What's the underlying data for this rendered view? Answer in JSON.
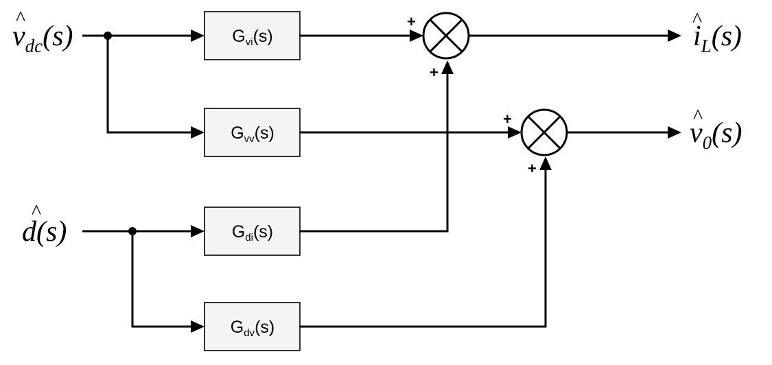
{
  "inputs": {
    "vdc": {
      "base": "v",
      "sub": "dc",
      "arg": "(s)"
    },
    "d": {
      "base": "d",
      "arg": "(s)"
    }
  },
  "outputs": {
    "iL": {
      "base": "i",
      "sub": "L",
      "arg": "(s)"
    },
    "v0": {
      "base": "v",
      "sub": "0",
      "arg": "(s)"
    }
  },
  "hat_glyph": "^",
  "blocks": {
    "gvi": {
      "main": "G",
      "sub": "vi",
      "arg": "(s)"
    },
    "gvv": {
      "main": "G",
      "sub": "vv",
      "arg": "(s)"
    },
    "gdi": {
      "main": "G",
      "sub": "di",
      "arg": "(s)"
    },
    "gdv": {
      "main": "G",
      "sub": "dv",
      "arg": "(s)"
    }
  },
  "junctions": {
    "sum1": {
      "sign_left": "+",
      "sign_bottom": "+"
    },
    "sum2": {
      "sign_left": "+",
      "sign_bottom": "+"
    }
  }
}
